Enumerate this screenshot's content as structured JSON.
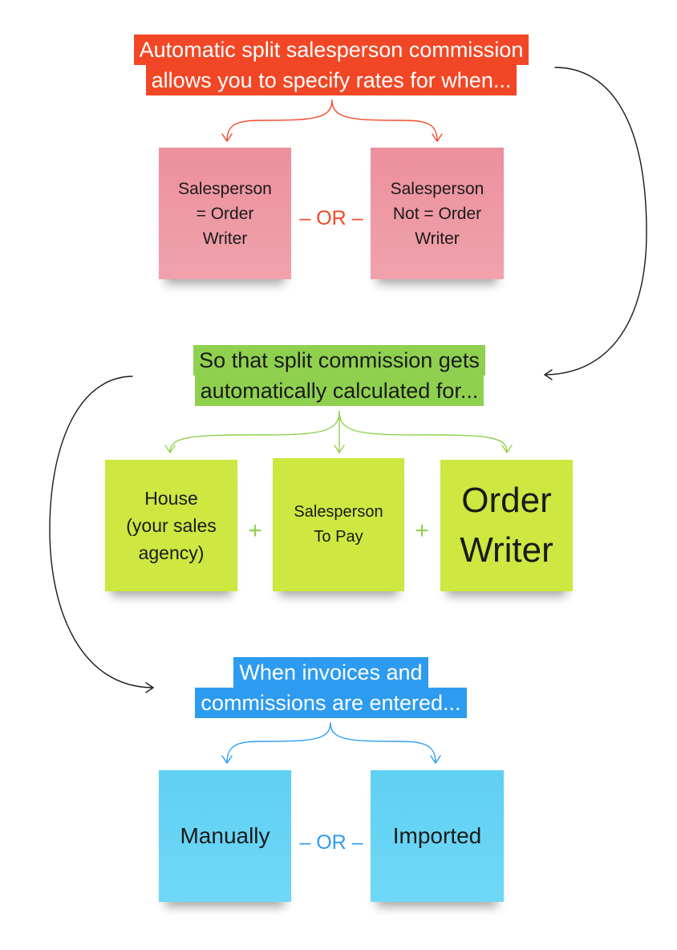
{
  "colors": {
    "red": "#f24726",
    "green": "#8fd14f",
    "blue": "#2d9bf0",
    "pink_note": "#f0a2ac",
    "lime_note": "#cee741",
    "cyan_note": "#6fd8f7",
    "connector_black": "#1a1a1a"
  },
  "heading_top": {
    "line1": "Automatic split salesperson commission",
    "line2": "allows you to specify rates for when..."
  },
  "row1": {
    "note_left": "Salesperson\n= Order\nWriter",
    "separator": "– OR –",
    "note_right": "Salesperson\nNot = Order\nWriter"
  },
  "heading_middle": {
    "line1": "So that split commission gets",
    "line2": "automatically calculated for..."
  },
  "row2": {
    "note_1": "House\n(your sales\nagency)",
    "plus_1": "+",
    "note_2": "Salesperson\nTo Pay",
    "plus_2": "+",
    "note_3": "Order\nWriter"
  },
  "heading_bottom": {
    "line1": "When invoices and",
    "line2": "commissions are entered..."
  },
  "row3": {
    "note_left": "Manually",
    "separator": "– OR –",
    "note_right": "Imported"
  }
}
